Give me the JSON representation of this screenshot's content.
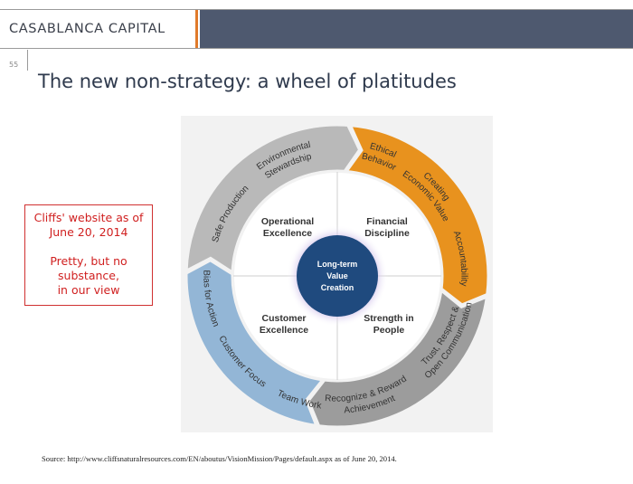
{
  "header": {
    "brand": "CASABLANCA CAPITAL",
    "page_number": "55"
  },
  "title": "The new non-strategy:  a wheel of platitudes",
  "note": {
    "line1": "Cliffs' website as of",
    "line2": "June 20, 2014",
    "line3": "Pretty, but no",
    "line4": "substance,",
    "line5": "in our view"
  },
  "wheel": {
    "center": [
      "Long-term",
      "Value",
      "Creation"
    ],
    "quadrants": [
      [
        "Operational",
        "Excellence"
      ],
      [
        "Financial",
        "Discipline"
      ],
      [
        "Customer",
        "Excellence"
      ],
      [
        "Strength in",
        "People"
      ]
    ],
    "ring_labels": [
      [
        "Environmental",
        "Stewardship"
      ],
      [
        "Safe Production"
      ],
      [
        "Ethical",
        "Behavior"
      ],
      [
        "Creating",
        "Economic Value"
      ],
      [
        "Accountability"
      ],
      [
        "Trust, Respect &",
        "Open Communication"
      ],
      [
        "Recognize & Reward",
        "Achievement"
      ],
      [
        "Team Work"
      ],
      [
        "Customer Focus"
      ],
      [
        "Bias for Action"
      ]
    ],
    "colors": {
      "light_grey": "#b9b9b9",
      "orange": "#e8921e",
      "dark_grey": "#9c9c9c",
      "blue": "#93b6d6",
      "center": "#1f4a7e"
    }
  },
  "source": "Source: http://www.cliffsnaturalresources.com/EN/aboutus/VisionMission/Pages/default.aspx as of June 20, 2014."
}
